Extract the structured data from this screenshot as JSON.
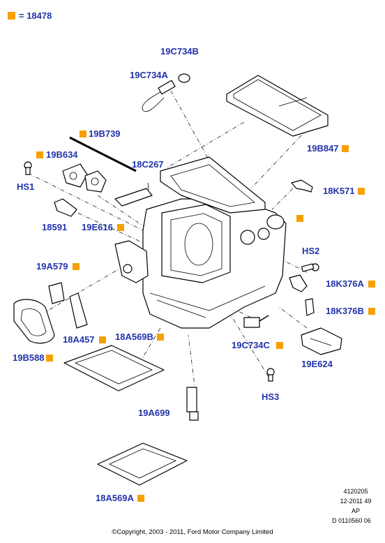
{
  "legend": {
    "text": "= 18478",
    "marker_color": "#f5a000"
  },
  "label_color": "#2233aa",
  "labels": {
    "l19C734B": "19C734B",
    "l19C734A": "19C734A",
    "l19B739": "19B739",
    "l19B847": "19B847",
    "l19B634": "19B634",
    "l18C267": "18C267",
    "lHS1": "HS1",
    "l18K571": "18K571",
    "l18591": "18591",
    "l19E616": "19E616",
    "lHS2": "HS2",
    "l19A579": "19A579",
    "l18K376A": "18K376A",
    "l18K376B": "18K376B",
    "l18A457": "18A457",
    "l18A569B": "18A569B",
    "l19C734C": "19C734C",
    "l19B588": "19B588",
    "l19E624": "19E624",
    "lHS3": "HS3",
    "l19A699": "19A699",
    "l18A569A": "18A569A"
  },
  "meta": {
    "code1": "4120205",
    "code2": "12-2011 49",
    "code3": "AP",
    "code4": "D 0110560 06"
  },
  "copyright": "©Copyright, 2003 - 2011, Ford Motor Company Limited"
}
